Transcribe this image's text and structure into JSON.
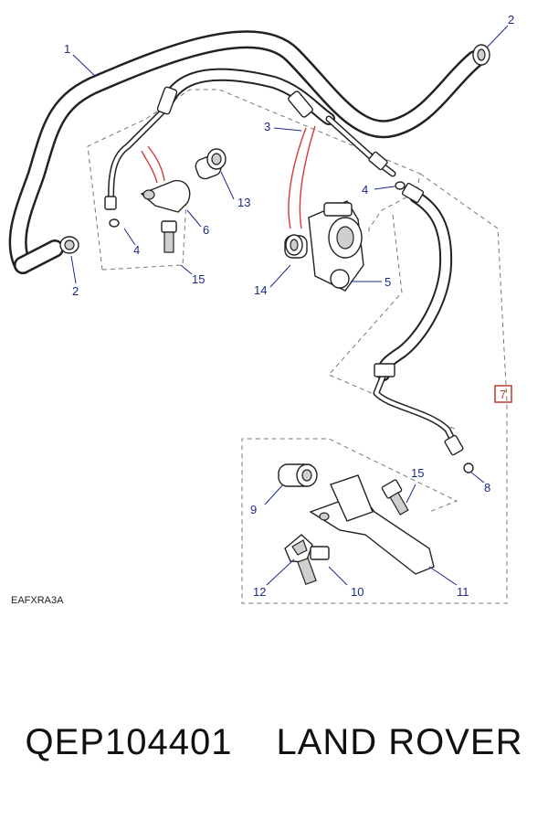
{
  "diagram": {
    "callouts": {
      "c1": "1",
      "c2a": "2",
      "c2b": "2",
      "c3": "3",
      "c4a": "4",
      "c4b": "4",
      "c5": "5",
      "c6": "6",
      "c7": "7",
      "c8": "8",
      "c9": "9",
      "c10": "10",
      "c11": "11",
      "c12": "12",
      "c13": "13",
      "c14": "14",
      "c15a": "15",
      "c15b": "15"
    },
    "reference_code": "EAFXRA3A",
    "highlight_color": "#c0392b",
    "callout_color": "#1a2a8a"
  },
  "footer": {
    "part_number": "QEP104401",
    "brand": "LAND ROVER"
  }
}
